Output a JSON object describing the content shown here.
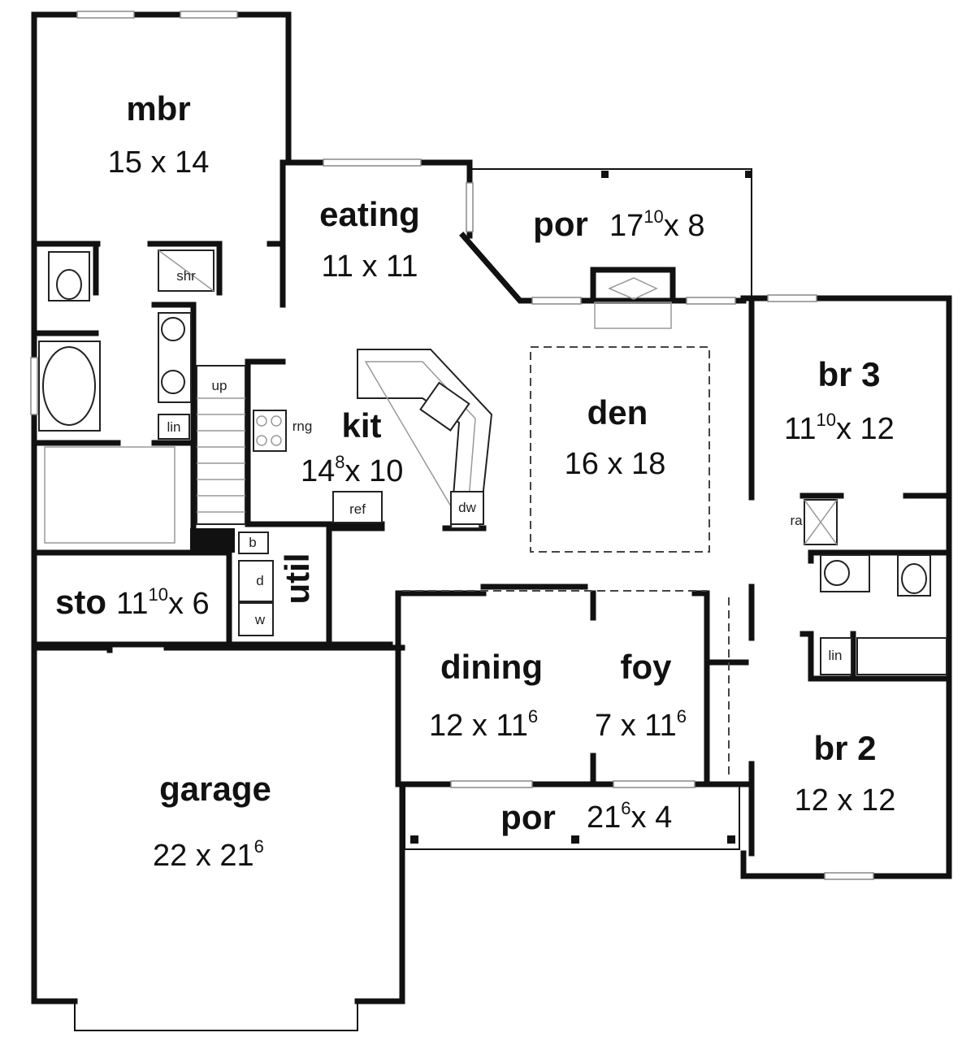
{
  "rooms": {
    "mbr": {
      "name": "mbr",
      "dim": "15 x 14"
    },
    "eating": {
      "name": "eating",
      "dim": "11 x 11"
    },
    "por_rear": {
      "name": "por",
      "dim_a": "17",
      "dim_sup": "10",
      "dim_b": "x 8"
    },
    "kit": {
      "name": "kit",
      "dim_a": "14",
      "dim_sup": "8",
      "dim_b": "x 10"
    },
    "den": {
      "name": "den",
      "dim": "16 x 18"
    },
    "br3": {
      "name": "br 3",
      "dim_a": "11",
      "dim_sup": "10",
      "dim_b": "x 12"
    },
    "sto": {
      "name": "sto",
      "dim_a": "11",
      "dim_sup": "10",
      "dim_b": "x 6"
    },
    "util": {
      "name": "util"
    },
    "dining": {
      "name": "dining",
      "dim_a": "12 x 11",
      "dim_sup": "6"
    },
    "foy": {
      "name": "foy",
      "dim_a": "7 x 11",
      "dim_sup": "6"
    },
    "br2": {
      "name": "br 2",
      "dim": "12 x 12"
    },
    "garage": {
      "name": "garage",
      "dim_a": "22 x 21",
      "dim_sup": "6"
    },
    "por_front": {
      "name": "por",
      "dim_a": "21",
      "dim_sup": "6",
      "dim_b": "x 4"
    }
  },
  "labels": {
    "shr": "shr",
    "lin_mbr": "lin",
    "up": "up",
    "rng": "rng",
    "ref": "ref",
    "dw": "dw",
    "b": "b",
    "d": "d",
    "w": "w",
    "ra": "ra",
    "lin_hall": "lin"
  }
}
